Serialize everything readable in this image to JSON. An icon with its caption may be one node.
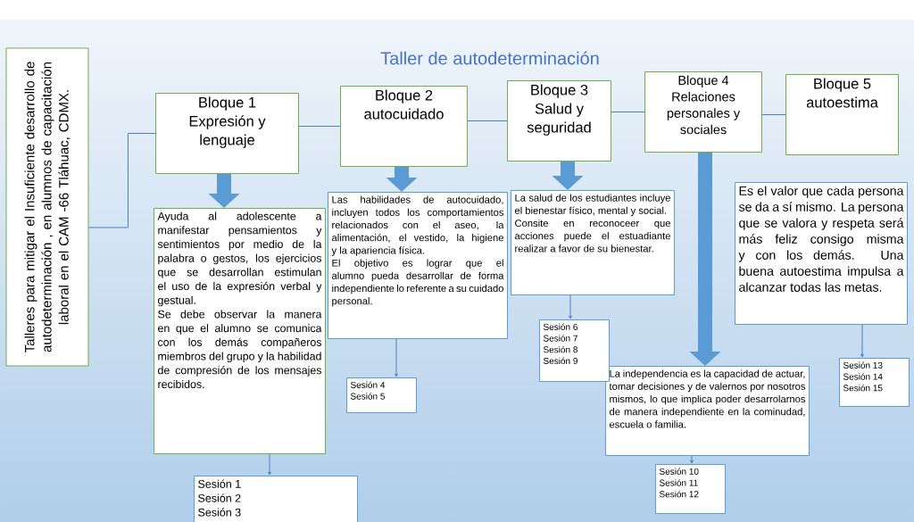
{
  "diagram": {
    "title": "Taller de autodeterminación",
    "nodes": [
      {
        "text": [
          "Talleres para mitigar el Insuficiente desarrollo de autodeterminación , en alumnos de capacitación laboral en el CAM -66 Tláhuac, CDMX."
        ]
      },
      {
        "text": [
          "Bloque 1",
          "Expresión y lenguaje"
        ]
      },
      {
        "text": [
          "Bloque  2",
          "autocuidado"
        ]
      },
      {
        "text": [
          "Bloque  3",
          "Salud y seguridad"
        ]
      },
      {
        "text": [
          "Bloque 4",
          "Relaciones personales y sociales"
        ]
      },
      {
        "text": [
          "Bloque  5",
          "autoestima"
        ]
      },
      {
        "text": [
          "Ayuda al adolescente a manifestar pensamientos y sentimientos por medio de la palabra o gestos, los ejercicios que se desarrollan estimulan el uso de la expresión verbal y gestual.",
          "Se debe observar la manera en que el alumno se comunica con los demás compañeros miembros del grupo y la habilidad de compresión de los mensajes recibidos."
        ]
      },
      {
        "text": [
          "Las habilidades de autocuidado, incluyen todos los comportamientos relacionados con el aseo, la alimentación, el vestido, la higiene y la apariencia física.",
          "El objetivo es lograr que el alumno pueda desarrollar de forma independiente lo referente a su cuidado personal."
        ]
      },
      {
        "text": [
          "La salud de los estudiantes incluye el bienestar físico, mental y social.",
          "Consite en reconoceer que acciones puede el estuadiante realizar a favor de su bienestar."
        ]
      },
      {
        "text": [
          "La independencia es la capacidad de actuar, tomar decisiones y de valernos por nosotros mismos, lo que implica poder desarrolarnos de manera independiente en la cominudad, escuela o familia."
        ]
      },
      {
        "text": [
          "Es el valor que cada persona se da a sí mismo. La persona que se valora y respeta será más feliz consigo misma y con los demás. Una buena autoestima impulsa a alcanzar todas las metas."
        ]
      },
      {
        "text": [
          "Sesión 1",
          "Sesión 2",
          "Sesión  3"
        ]
      },
      {
        "text": [
          "Sesión 4",
          "Sesión 5"
        ]
      },
      {
        "text": [
          "Sesión 6",
          "Sesión 7",
          "Sesión 8",
          "Sesión 9"
        ]
      },
      {
        "text": [
          "Sesión 10",
          "Sesión 11",
          "Sesión 12"
        ]
      },
      {
        "text": [
          "Sesión 13",
          "Sesión 14",
          "Sesión 15"
        ]
      }
    ],
    "edges": [
      {
        "from": 0,
        "to": 1,
        "arrow": "none"
      },
      {
        "from": 1,
        "to": 2,
        "arrow": "none"
      },
      {
        "from": 2,
        "to": 3,
        "arrow": "none"
      },
      {
        "from": 3,
        "to": 4,
        "arrow": "none"
      },
      {
        "from": 4,
        "to": 5,
        "arrow": "none"
      },
      {
        "from": 1,
        "to": 6,
        "arrow": "to",
        "style": "thick",
        "color": "#5b9bd5"
      },
      {
        "from": 2,
        "to": 7,
        "arrow": "to",
        "style": "thick",
        "color": "#5b9bd5"
      },
      {
        "from": 3,
        "to": 8,
        "arrow": "to",
        "style": "thick",
        "color": "#5b9bd5"
      },
      {
        "from": 4,
        "to": 9,
        "arrow": "to",
        "style": "thick",
        "color": "#5b9bd5"
      },
      {
        "from": 6,
        "to": 11,
        "arrow": "to"
      },
      {
        "from": 7,
        "to": 12,
        "arrow": "to"
      },
      {
        "from": 8,
        "to": 13,
        "arrow": "to"
      },
      {
        "from": 9,
        "to": 14,
        "arrow": "to"
      },
      {
        "from": 10,
        "to": 15,
        "arrow": "to"
      }
    ]
  }
}
